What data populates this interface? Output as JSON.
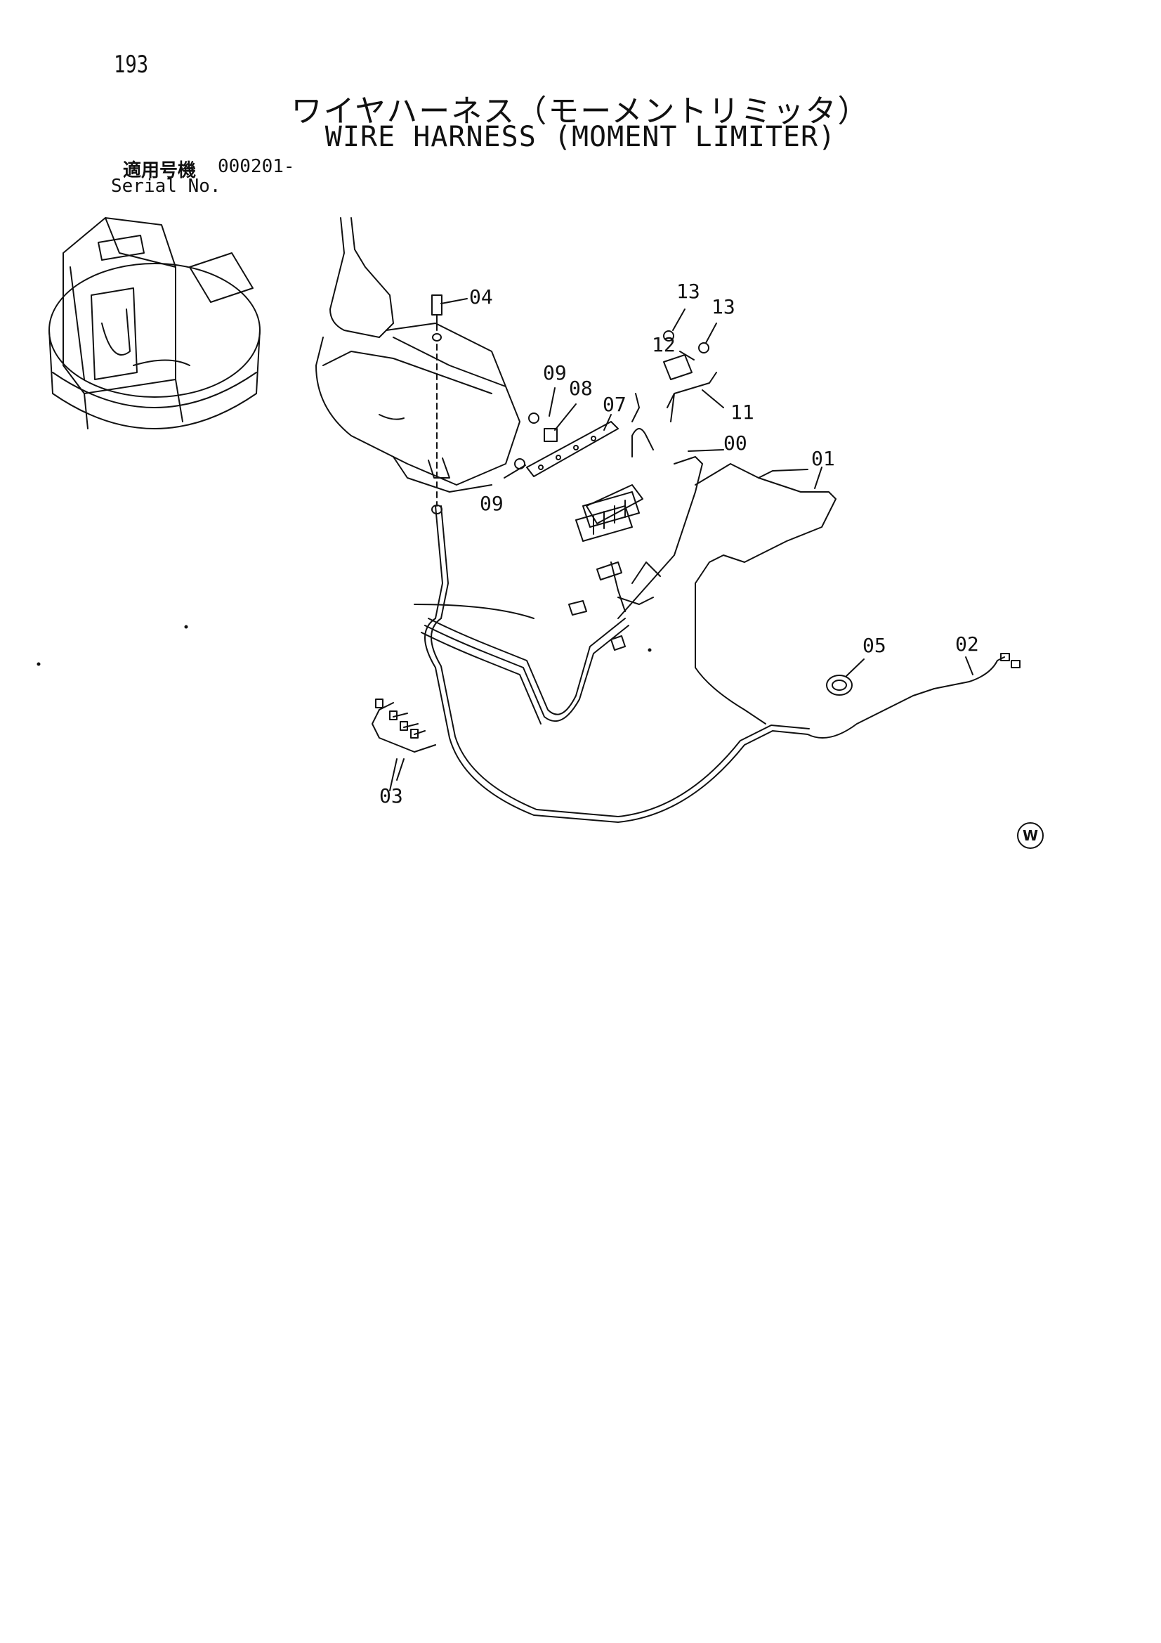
{
  "page_number": "193",
  "title_jp": "ワイヤハーネス（モーメントリミッタ）",
  "title_en": "WIRE HARNESS (MOMENT LIMITER)",
  "serial": {
    "label_jp": "適用号機",
    "number": "000201-",
    "label_en": "Serial No."
  },
  "parts": {
    "p00": "00",
    "p01": "01",
    "p02": "02",
    "p03": "03",
    "p04": "04",
    "p05": "05",
    "p07": "07",
    "p08": "08",
    "p09a": "09",
    "p09b": "09",
    "p11": "11",
    "p12": "12",
    "p13a": "13",
    "p13b": "13"
  },
  "watermark": "W"
}
